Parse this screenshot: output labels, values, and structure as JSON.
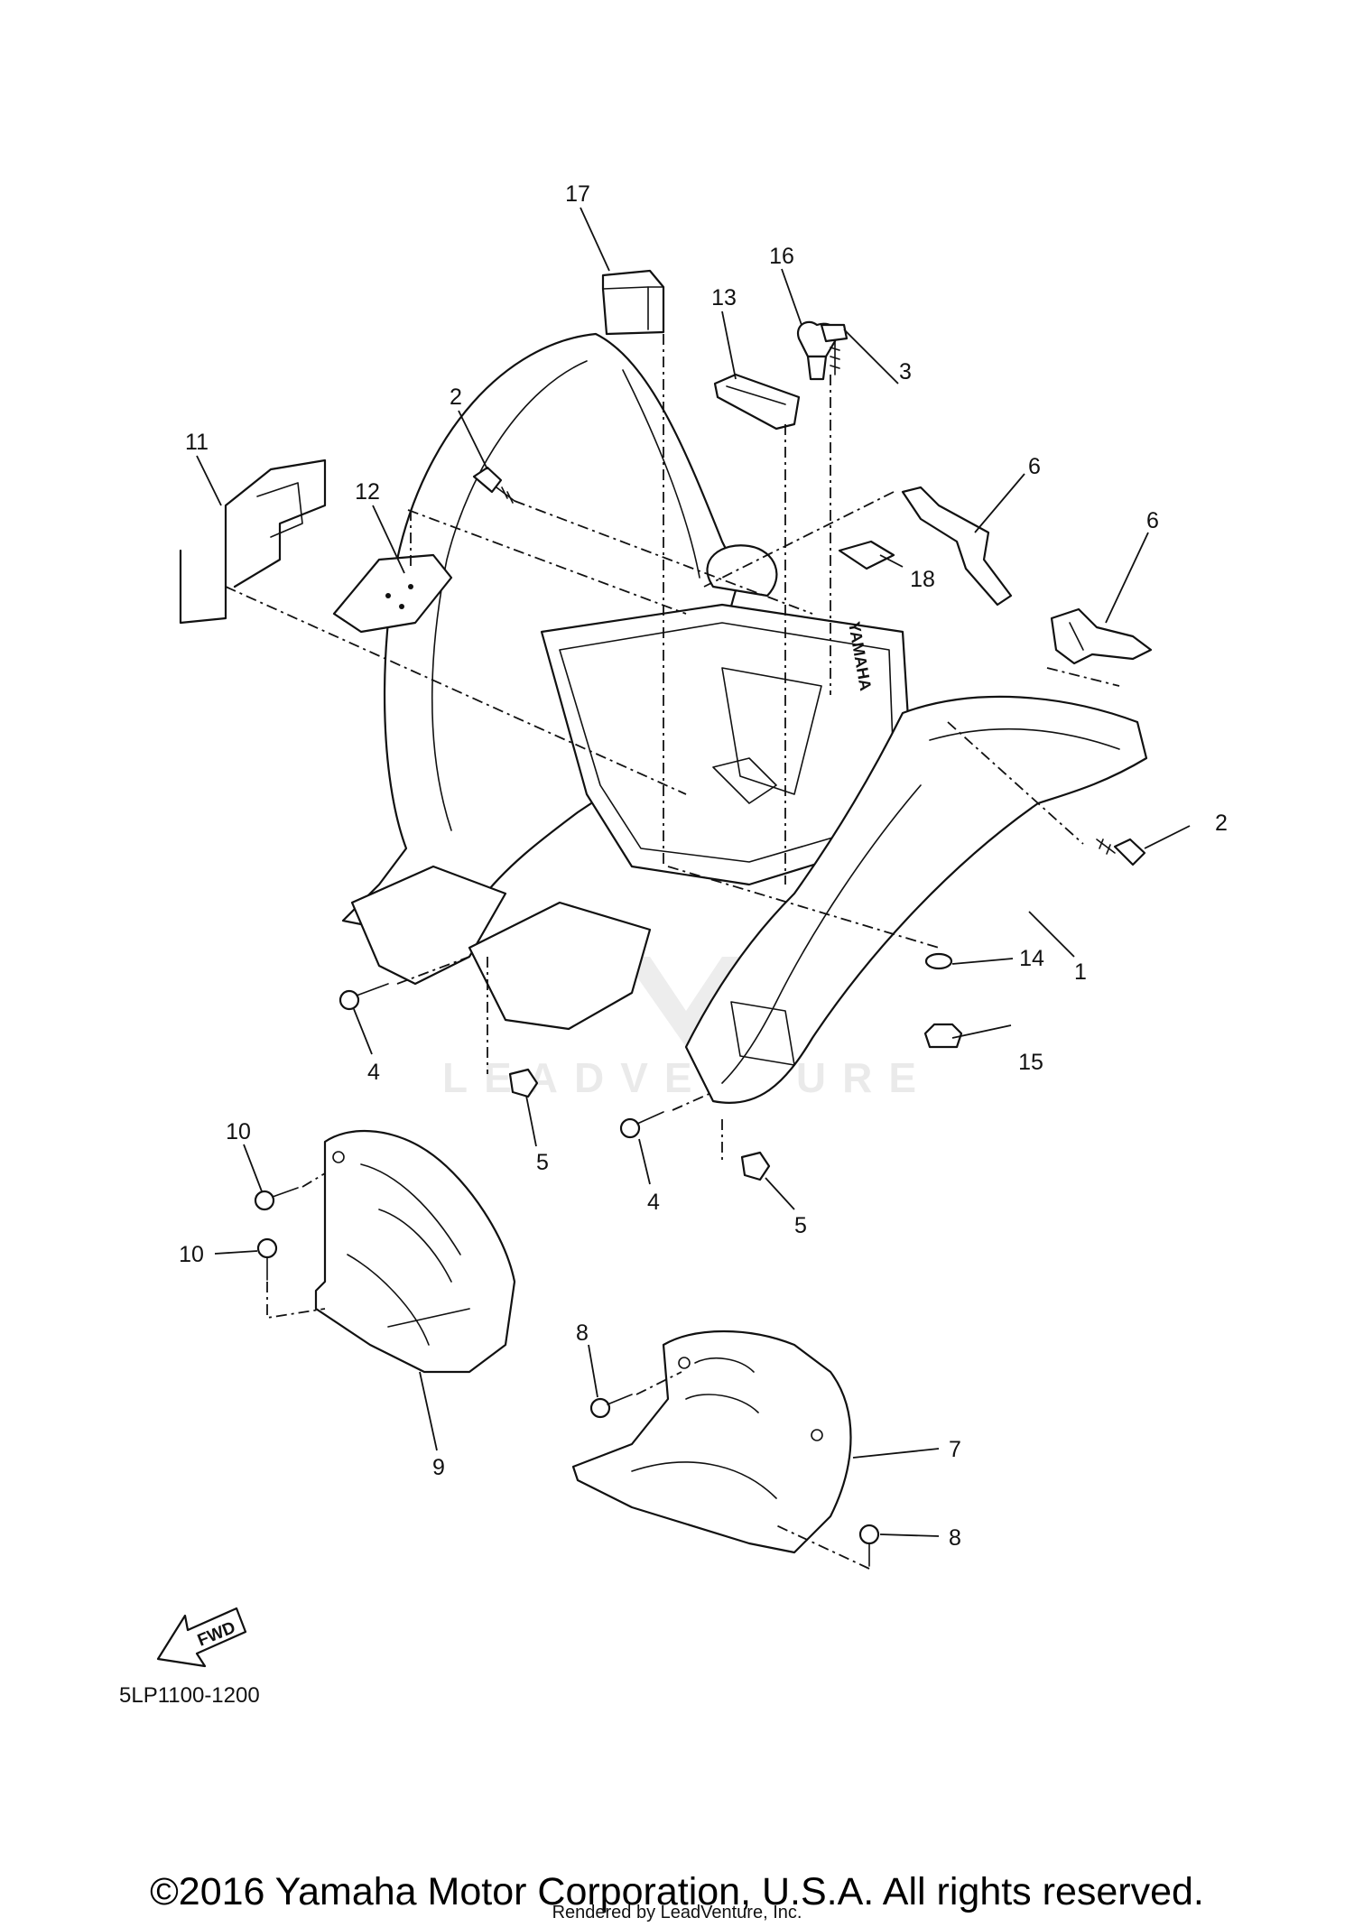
{
  "diagram": {
    "code": "5LP1100-1200",
    "fwd_label": "FWD",
    "brand_on_fender": "YAMAHA",
    "watermark": "LEADVENTURE",
    "callouts": [
      {
        "label": "1"
      },
      {
        "label": "2"
      },
      {
        "label": "2"
      },
      {
        "label": "3"
      },
      {
        "label": "4"
      },
      {
        "label": "4"
      },
      {
        "label": "5"
      },
      {
        "label": "5"
      },
      {
        "label": "6"
      },
      {
        "label": "6"
      },
      {
        "label": "7"
      },
      {
        "label": "8"
      },
      {
        "label": "8"
      },
      {
        "label": "9"
      },
      {
        "label": "10"
      },
      {
        "label": "10"
      },
      {
        "label": "11"
      },
      {
        "label": "12"
      },
      {
        "label": "13"
      },
      {
        "label": "14"
      },
      {
        "label": "15"
      },
      {
        "label": "16"
      },
      {
        "label": "17"
      },
      {
        "label": "18"
      }
    ]
  },
  "footer": {
    "copyright": "©2016 Yamaha Motor Corporation, U.S.A. All rights reserved.",
    "rendered_by": "Rendered by LeadVenture, Inc."
  }
}
